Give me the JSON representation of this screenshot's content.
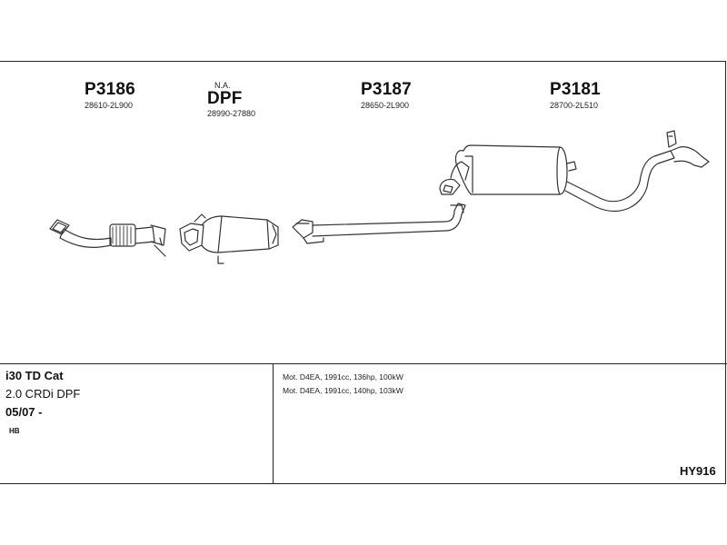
{
  "parts": [
    {
      "code": "P3186",
      "number": "28610-2L900"
    },
    {
      "code": "DPF",
      "note": "N.A.",
      "number": "28990-27880"
    },
    {
      "code": "P3187",
      "number": "28650-2L900"
    },
    {
      "code": "P3181",
      "number": "28700-2L510"
    }
  ],
  "vehicle": {
    "model": "i30 TD Cat",
    "engine": "2.0 CRDi DPF",
    "date": "05/07 -",
    "body": "HB"
  },
  "motors": [
    "Mot. D4EA, 1991cc, 136hp, 100kW",
    "Mot. D4EA, 1991cc, 140hp, 103kW"
  ],
  "reference": "HY916"
}
